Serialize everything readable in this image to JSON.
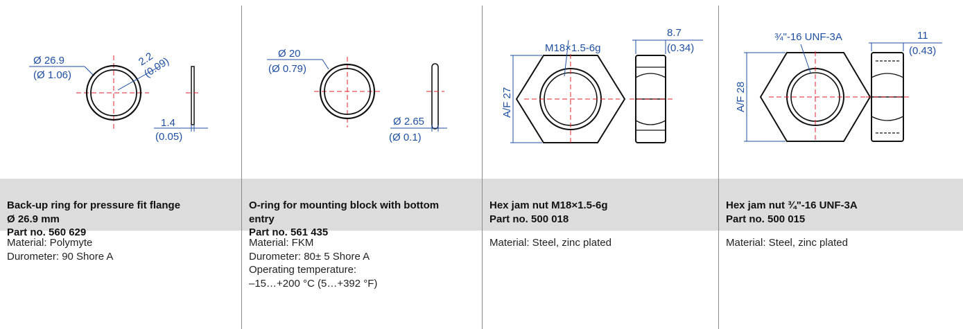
{
  "columns": [
    {
      "title": [
        "Back-up ring for pressure fit flange",
        "Ø 26.9 mm",
        "Part no. 560 629"
      ],
      "details": [
        "Material: Polymyte",
        "Durometer: 90 Shore A"
      ],
      "dimensions": {
        "outer_mm": "Ø 26.9",
        "outer_in": "(Ø 1.06)",
        "width_mm": "2.2",
        "width_in": "(0.09)",
        "thickness_mm": "1.4",
        "thickness_in": "(0.05)"
      }
    },
    {
      "title": [
        "O-ring for mounting block with bottom",
        "entry",
        "Part no. 561 435"
      ],
      "details": [
        "Material: FKM",
        "Durometer: 80± 5 Shore A",
        "Operating temperature:",
        "–15…+200 °C (5…+392 °F)"
      ],
      "dimensions": {
        "outer_mm": "Ø 20",
        "outer_in": "(Ø 0.79)",
        "cross_mm": "Ø 2.65",
        "cross_in": "(Ø 0.1)"
      }
    },
    {
      "title": [
        "Hex jam nut M18×1.5-6g",
        "Part no. 500 018"
      ],
      "details": [
        "Material: Steel, zinc plated"
      ],
      "dimensions": {
        "thread": "M18×1.5-6g",
        "width_mm": "8.7",
        "width_in": "(0.34)",
        "af": "A/F 27"
      }
    },
    {
      "title": [
        "Hex jam nut ¾\"-16 UNF-3A",
        "Part no. 500 015"
      ],
      "details": [
        "Material: Steel, zinc plated"
      ],
      "dimensions": {
        "thread": "¾\"-16 UNF-3A",
        "width_mm": "11",
        "width_in": "(0.43)",
        "af": "A/F 28"
      }
    }
  ]
}
